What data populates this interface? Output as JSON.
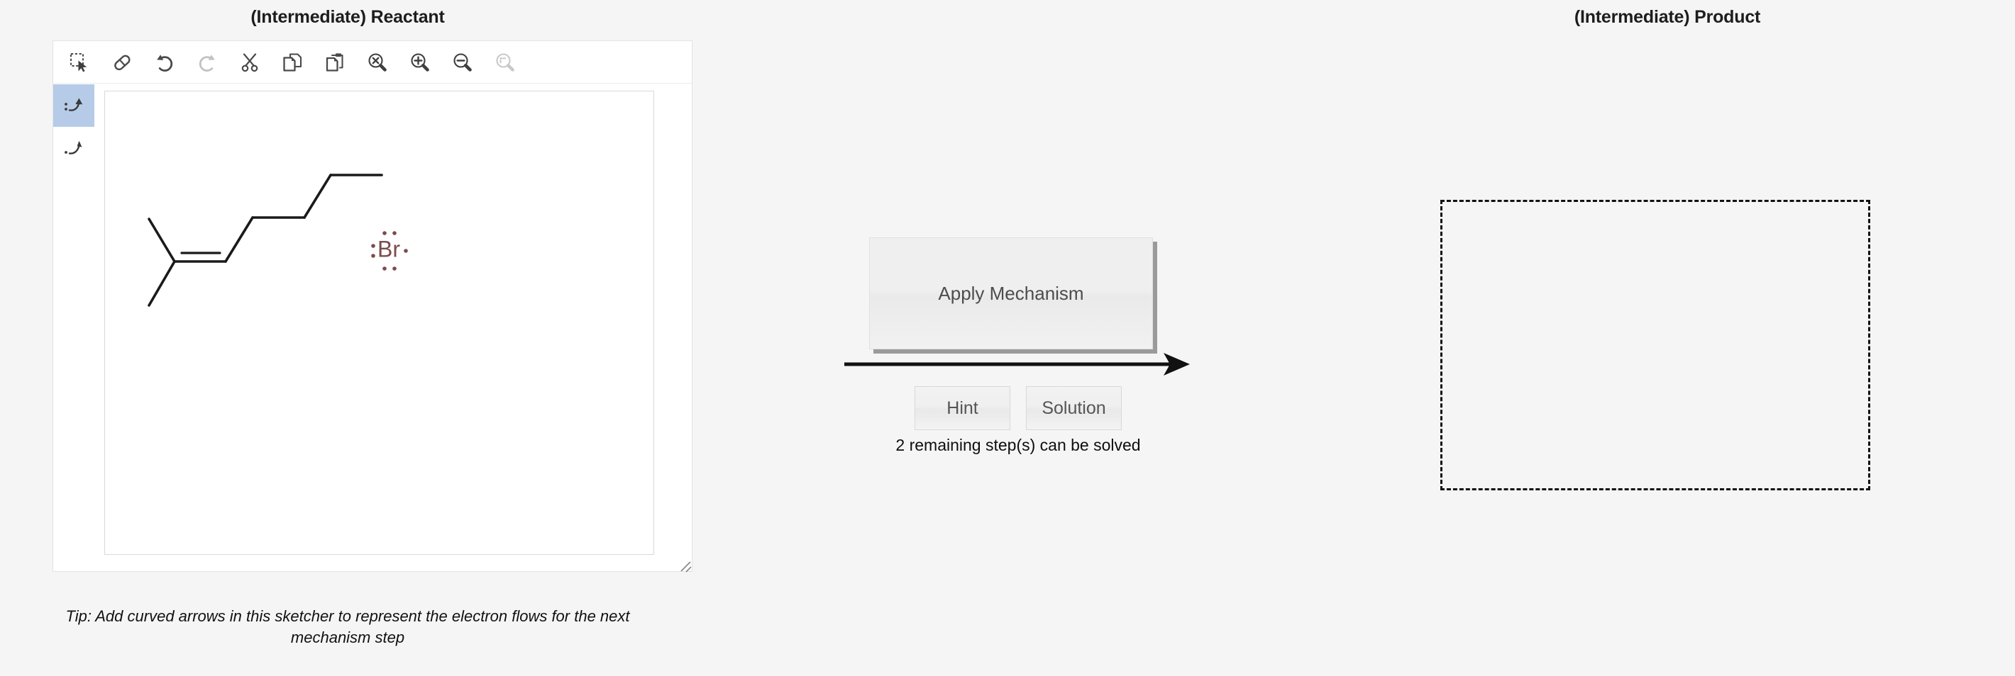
{
  "page": {
    "background_color": "#f5f5f5"
  },
  "reactant": {
    "heading": "(Intermediate) Reactant",
    "tip": "Tip: Add curved arrows in this sketcher to represent the electron flows for the next mechanism step",
    "sketcher": {
      "toolbar": [
        {
          "name": "select-icon",
          "title": "Select",
          "enabled": true
        },
        {
          "name": "eraser-icon",
          "title": "Erase",
          "enabled": true
        },
        {
          "name": "undo-icon",
          "title": "Undo",
          "enabled": true
        },
        {
          "name": "redo-icon",
          "title": "Redo",
          "enabled": false
        },
        {
          "name": "cut-icon",
          "title": "Cut",
          "enabled": true
        },
        {
          "name": "copy-icon",
          "title": "Copy",
          "enabled": true
        },
        {
          "name": "paste-icon",
          "title": "Paste",
          "enabled": true
        },
        {
          "name": "zoom-reset-icon",
          "title": "Reset Zoom",
          "enabled": true
        },
        {
          "name": "zoom-in-icon",
          "title": "Zoom In",
          "enabled": true
        },
        {
          "name": "zoom-out-icon",
          "title": "Zoom Out",
          "enabled": true
        },
        {
          "name": "zoom-region-icon",
          "title": "Zoom To Selection",
          "enabled": false
        }
      ],
      "palette": [
        {
          "name": "double-barbed-curved-arrow-tool",
          "title": "Two-electron curved arrow",
          "selected": true
        },
        {
          "name": "fishhook-curved-arrow-tool",
          "title": "Single-electron fishhook arrow",
          "selected": false
        }
      ],
      "canvas": {
        "molecule_name": "2-methyl-2-heptene skeletal structure",
        "bond_color": "#1a1a1a",
        "species": [
          {
            "label": "Br",
            "label_color": "#7c4b4b",
            "lone_pairs": 3,
            "radical_electrons": 1,
            "description": "bromine radical"
          }
        ]
      }
    }
  },
  "center": {
    "apply_label": "Apply Mechanism",
    "hint_label": "Hint",
    "solution_label": "Solution",
    "remaining_text": "2 remaining step(s) can be solved",
    "arrow_color": "#111111"
  },
  "product": {
    "heading": "(Intermediate) Product",
    "dropzone_border_color": "#111111",
    "dropzone_content": ""
  }
}
